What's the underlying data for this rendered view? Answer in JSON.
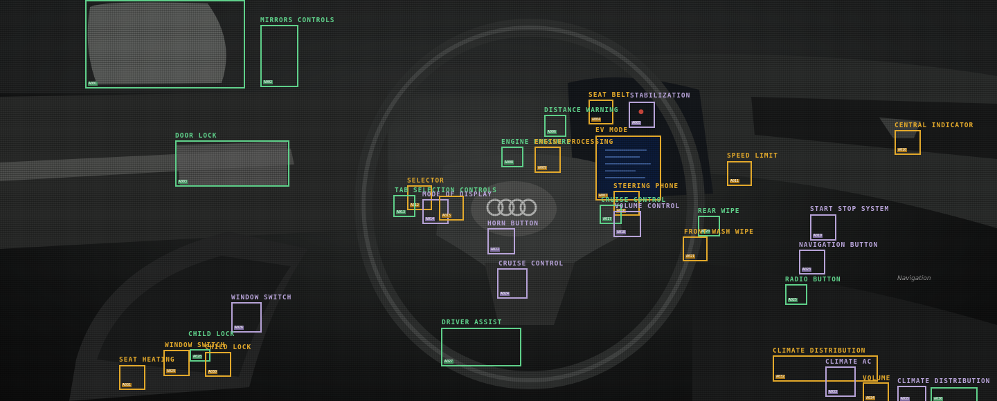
{
  "scene": {
    "nav_screen_text": "Navigation"
  },
  "colors": {
    "green": "#5fd08a",
    "orange": "#e3a92b",
    "purple": "#b7a3d8",
    "alert_icon": "#c1443a"
  },
  "annotations": [
    {
      "id": "mirror-left",
      "label": "",
      "tag": "A001",
      "color": "green"
    },
    {
      "id": "mirrors-controls",
      "label": "MIRRORS CONTROLS",
      "tag": "A002",
      "color": "green"
    },
    {
      "id": "door-lock",
      "label": "DOOR LOCK",
      "tag": "A003",
      "color": "green"
    },
    {
      "id": "seat-belt",
      "label": "SEAT BELT",
      "tag": "A004",
      "color": "orange"
    },
    {
      "id": "stabilization",
      "label": "STABILIZATION",
      "tag": "A005",
      "color": "purple"
    },
    {
      "id": "distance-warning",
      "label": "DISTANCE WARNING",
      "tag": "A006",
      "color": "green"
    },
    {
      "id": "ev-mode",
      "label": "EV MODE",
      "tag": "A007",
      "color": "orange"
    },
    {
      "id": "engine-pressure",
      "label": "ENGINE PRESSURE",
      "tag": "A008",
      "color": "green"
    },
    {
      "id": "engine-processing",
      "label": "ENGINE PROCESSING",
      "tag": "A009",
      "color": "orange"
    },
    {
      "id": "central-indicator",
      "label": "CENTRAL INDICATOR",
      "tag": "A010",
      "color": "orange"
    },
    {
      "id": "speed-limit",
      "label": "SPEED LIMIT",
      "tag": "A011",
      "color": "orange"
    },
    {
      "id": "selector",
      "label": "SELECTOR",
      "tag": "A012",
      "color": "orange"
    },
    {
      "id": "tab-selection-controls",
      "label": "TAB SELECTION CONTROLS",
      "tag": "A013",
      "color": "green"
    },
    {
      "id": "mode-of-display",
      "label": "MODE OF DISPLAY",
      "tag": "A014",
      "color": "purple"
    },
    {
      "id": "extra-orange",
      "label": "",
      "tag": "A015",
      "color": "orange"
    },
    {
      "id": "steering-phone",
      "label": "STEERING PHONE",
      "tag": "A016",
      "color": "orange"
    },
    {
      "id": "cruise-control-sub",
      "label": "CRUISE CONTROL",
      "tag": "A017",
      "color": "green"
    },
    {
      "id": "volume-control",
      "label": "VOLUME CONTROL",
      "tag": "A018",
      "color": "purple"
    },
    {
      "id": "start-stop-system",
      "label": "START STOP SYSTEM",
      "tag": "A019",
      "color": "purple"
    },
    {
      "id": "rear-wipe",
      "label": "REAR WIPE",
      "tag": "A020",
      "color": "green"
    },
    {
      "id": "front-wash-wipe",
      "label": "FRONT WASH WIPE",
      "tag": "A021",
      "color": "orange"
    },
    {
      "id": "horn-button",
      "label": "HORN BUTTON",
      "tag": "A022",
      "color": "purple"
    },
    {
      "id": "navigation-button",
      "label": "NAVIGATION BUTTON",
      "tag": "A023",
      "color": "purple"
    },
    {
      "id": "cruise-control",
      "label": "CRUISE CONTROL",
      "tag": "A024",
      "color": "purple"
    },
    {
      "id": "radio-button",
      "label": "RADIO BUTTON",
      "tag": "A025",
      "color": "green"
    },
    {
      "id": "window-switch",
      "label": "WINDOW SWITCH",
      "tag": "A026",
      "color": "purple"
    },
    {
      "id": "driver-assist",
      "label": "DRIVER ASSIST",
      "tag": "A027",
      "color": "green"
    },
    {
      "id": "child-lock",
      "label": "CHILD LOCK",
      "tag": "A028",
      "color": "green"
    },
    {
      "id": "window-switch-2",
      "label": "WINDOW SWITCH",
      "tag": "A029",
      "color": "orange"
    },
    {
      "id": "child-lock-2",
      "label": "CHILD LOCK",
      "tag": "A030",
      "color": "orange"
    },
    {
      "id": "seat-heating",
      "label": "SEAT HEATING",
      "tag": "A031",
      "color": "orange"
    },
    {
      "id": "climate-distribution",
      "label": "CLIMATE DISTRIBUTION",
      "tag": "A032",
      "color": "orange"
    },
    {
      "id": "climate-ac",
      "label": "CLIMATE AC",
      "tag": "A033",
      "color": "purple"
    },
    {
      "id": "volume",
      "label": "VOLUME",
      "tag": "A034",
      "color": "orange"
    },
    {
      "id": "climate-distribution-2",
      "label": "CLIMATE DISTRIBUTION",
      "tag": "A035",
      "color": "purple"
    },
    {
      "id": "climate-distribution-3",
      "label": "",
      "tag": "A036",
      "color": "green"
    }
  ]
}
